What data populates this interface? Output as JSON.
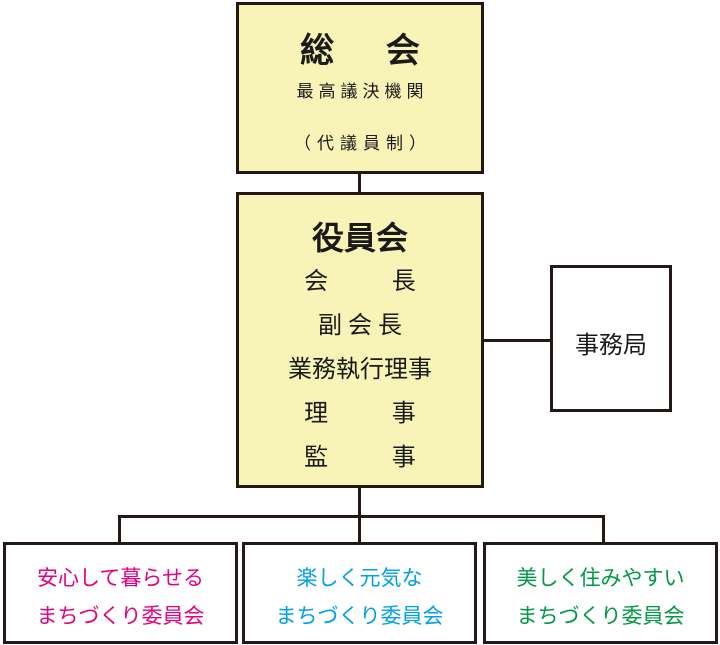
{
  "general_assembly": {
    "title": "総 会",
    "line1": "最高議決機関",
    "line2": "（代議員制）"
  },
  "board": {
    "title": "役員会",
    "members": [
      "会 長",
      "副会長",
      "業務執行理事",
      "理 事",
      "監 事"
    ]
  },
  "secretariat": {
    "label": "事務局"
  },
  "committees": [
    {
      "line1": "安心して暮らせる",
      "line2": "まちづくり委員会",
      "color": "#e4007f"
    },
    {
      "line1": "楽しく元気な",
      "line2": "まちづくり委員会",
      "color": "#00a0e9"
    },
    {
      "line1": "美しく住みやすい",
      "line2": "まちづくり委員会",
      "color": "#009944"
    }
  ],
  "colors": {
    "box_fill_yellow": "#f8f3b6",
    "border": "#231815"
  }
}
